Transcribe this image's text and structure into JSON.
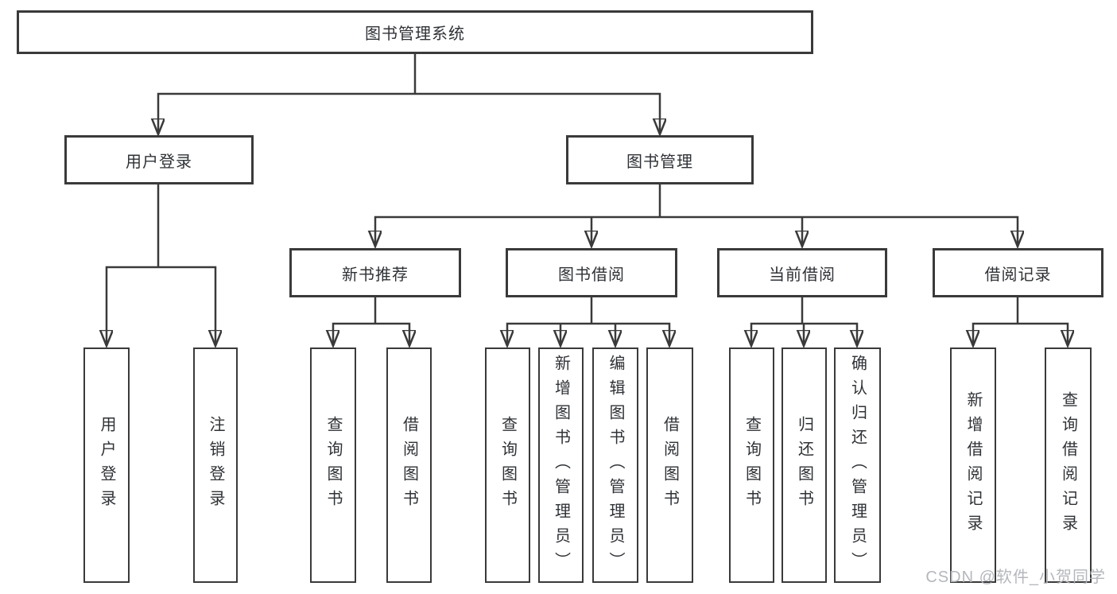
{
  "diagram_title": "图书管理系统",
  "tree": {
    "label": "图书管理系统",
    "children": [
      {
        "label": "用户登录",
        "children": [
          {
            "label": "用户登录"
          },
          {
            "label": "注销登录"
          }
        ]
      },
      {
        "label": "图书管理",
        "children": [
          {
            "label": "新书推荐",
            "children": [
              {
                "label": "查询图书"
              },
              {
                "label": "借阅图书"
              }
            ]
          },
          {
            "label": "图书借阅",
            "children": [
              {
                "label": "查询图书"
              },
              {
                "label": "新增图书（管理员）"
              },
              {
                "label": "编辑图书（管理员）"
              },
              {
                "label": "借阅图书"
              }
            ]
          },
          {
            "label": "当前借阅",
            "children": [
              {
                "label": "查询图书"
              },
              {
                "label": "归还图书"
              },
              {
                "label": "确认归还（管理员）"
              }
            ]
          },
          {
            "label": "借阅记录",
            "children": [
              {
                "label": "新增借阅记录"
              },
              {
                "label": "查询借阅记录"
              }
            ]
          }
        ]
      }
    ]
  },
  "watermark": {
    "text": "CSDN @软件_小贺同学"
  },
  "colors": {
    "line": "#3a3a3a",
    "box_border": "#3a3a3a",
    "text": "#2f3236",
    "watermark": "#b0b3b8"
  }
}
